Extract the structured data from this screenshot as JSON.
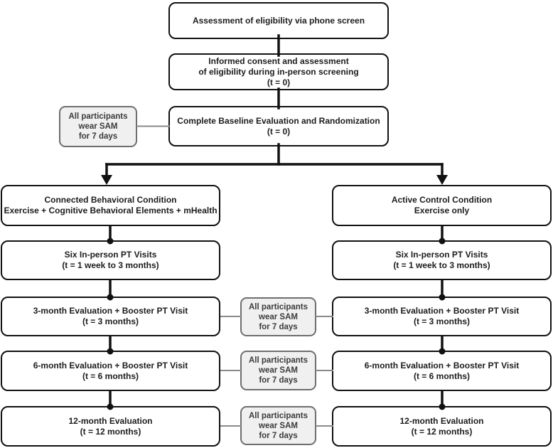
{
  "flowchart": {
    "phone_screen": {
      "line1": "Assessment of eligibility via phone screen"
    },
    "consent": {
      "line1": "Informed consent and assessment",
      "line2": "of eligibility during in-person screening",
      "line3": "(t = 0)"
    },
    "baseline": {
      "line1": "Complete Baseline Evaluation and Randomization",
      "line2": "(t = 0)"
    },
    "sam_note": {
      "line1": "All participants",
      "line2": "wear SAM",
      "line3": "for 7 days"
    },
    "left": {
      "condition": {
        "line1": "Connected Behavioral Condition",
        "line2": "Exercise + Cognitive Behavioral Elements + mHealth"
      },
      "pt_visits": {
        "line1": "Six In-person PT Visits",
        "line2": "(t = 1 week to 3 months)"
      },
      "eval3": {
        "line1": "3-month Evaluation + Booster PT Visit",
        "line2": "(t = 3 months)"
      },
      "eval6": {
        "line1": "6-month Evaluation + Booster PT Visit",
        "line2": "(t = 6 months)"
      },
      "eval12": {
        "line1": "12-month Evaluation",
        "line2": "(t = 12 months)"
      }
    },
    "right": {
      "condition": {
        "line1": "Active Control Condition",
        "line2": "Exercise only"
      },
      "pt_visits": {
        "line1": "Six In-person PT Visits",
        "line2": "(t = 1 week to 3 months)"
      },
      "eval3": {
        "line1": "3-month Evaluation + Booster PT Visit",
        "line2": "(t = 3 months)"
      },
      "eval6": {
        "line1": "6-month Evaluation + Booster PT Visit",
        "line2": "(t = 6 months)"
      },
      "eval12": {
        "line1": "12-month Evaluation",
        "line2": "(t = 12 months)"
      }
    },
    "colors": {
      "box_border": "#111111",
      "box_fill": "#ffffff",
      "note_fill": "#f0f0f0",
      "note_border": "#6e6e6e",
      "connector": "#111111",
      "note_connector": "#8a8a8a"
    }
  }
}
